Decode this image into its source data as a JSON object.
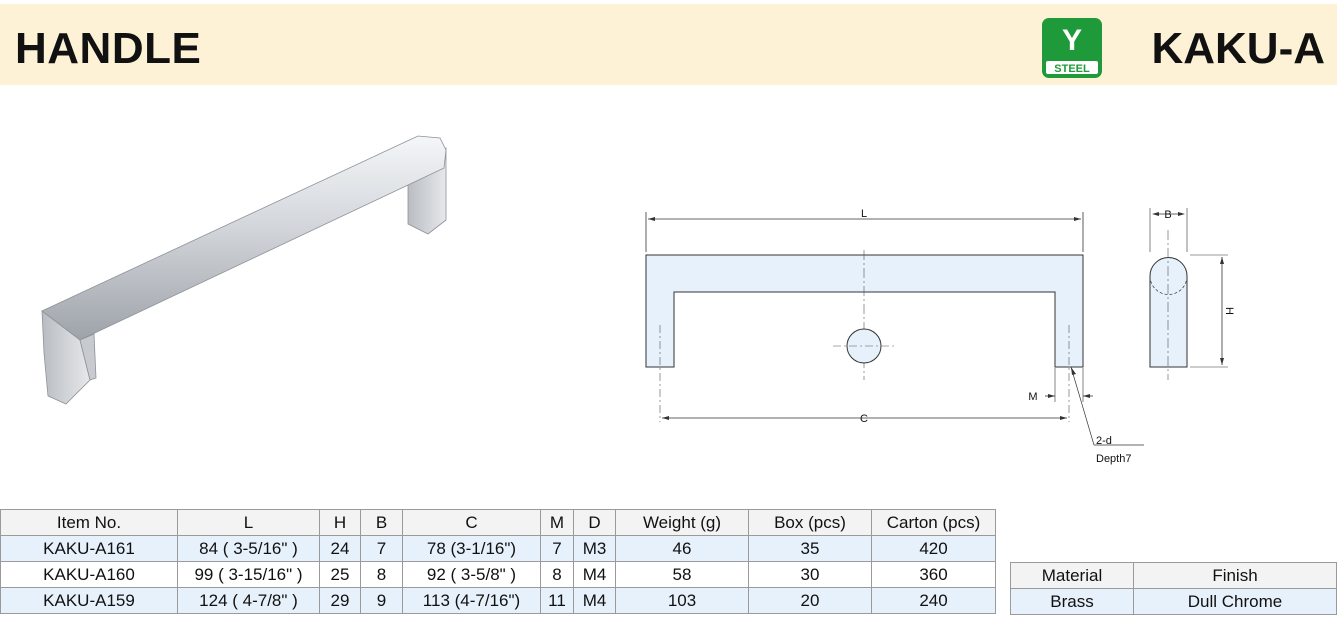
{
  "header": {
    "title": "HANDLE",
    "code": "KAKU-A",
    "badge_label": "STEEL",
    "badge_letter": "Y",
    "badge_color": "#1f9a3a",
    "band_color": "#fdf2d6"
  },
  "drawing": {
    "labels": [
      "L",
      "C",
      "M",
      "B",
      "H",
      "2-d",
      "Depth7"
    ]
  },
  "spec_table": {
    "headers": [
      "Item No.",
      "L",
      "H",
      "B",
      "C",
      "M",
      "D",
      "Weight (g)",
      "Box (pcs)",
      "Carton (pcs)"
    ],
    "rows": [
      [
        "KAKU-A161",
        "84 (  3-5/16\" )",
        "24",
        "7",
        "78  (3-1/16\")",
        "7",
        "M3",
        "46",
        "35",
        "420"
      ],
      [
        "KAKU-A160",
        "99 ( 3-15/16\" )",
        "25",
        "8",
        "92  (  3-5/8\"  )",
        "8",
        "M4",
        "58",
        "30",
        "360"
      ],
      [
        "KAKU-A159",
        "124 (   4-7/8\"   )",
        "29",
        "9",
        "113  (4-7/16\")",
        "11",
        "M4",
        "103",
        "20",
        "240"
      ]
    ]
  },
  "material_table": {
    "headers": [
      "Material",
      "Finish"
    ],
    "rows": [
      [
        "Brass",
        "Dull Chrome"
      ]
    ]
  }
}
